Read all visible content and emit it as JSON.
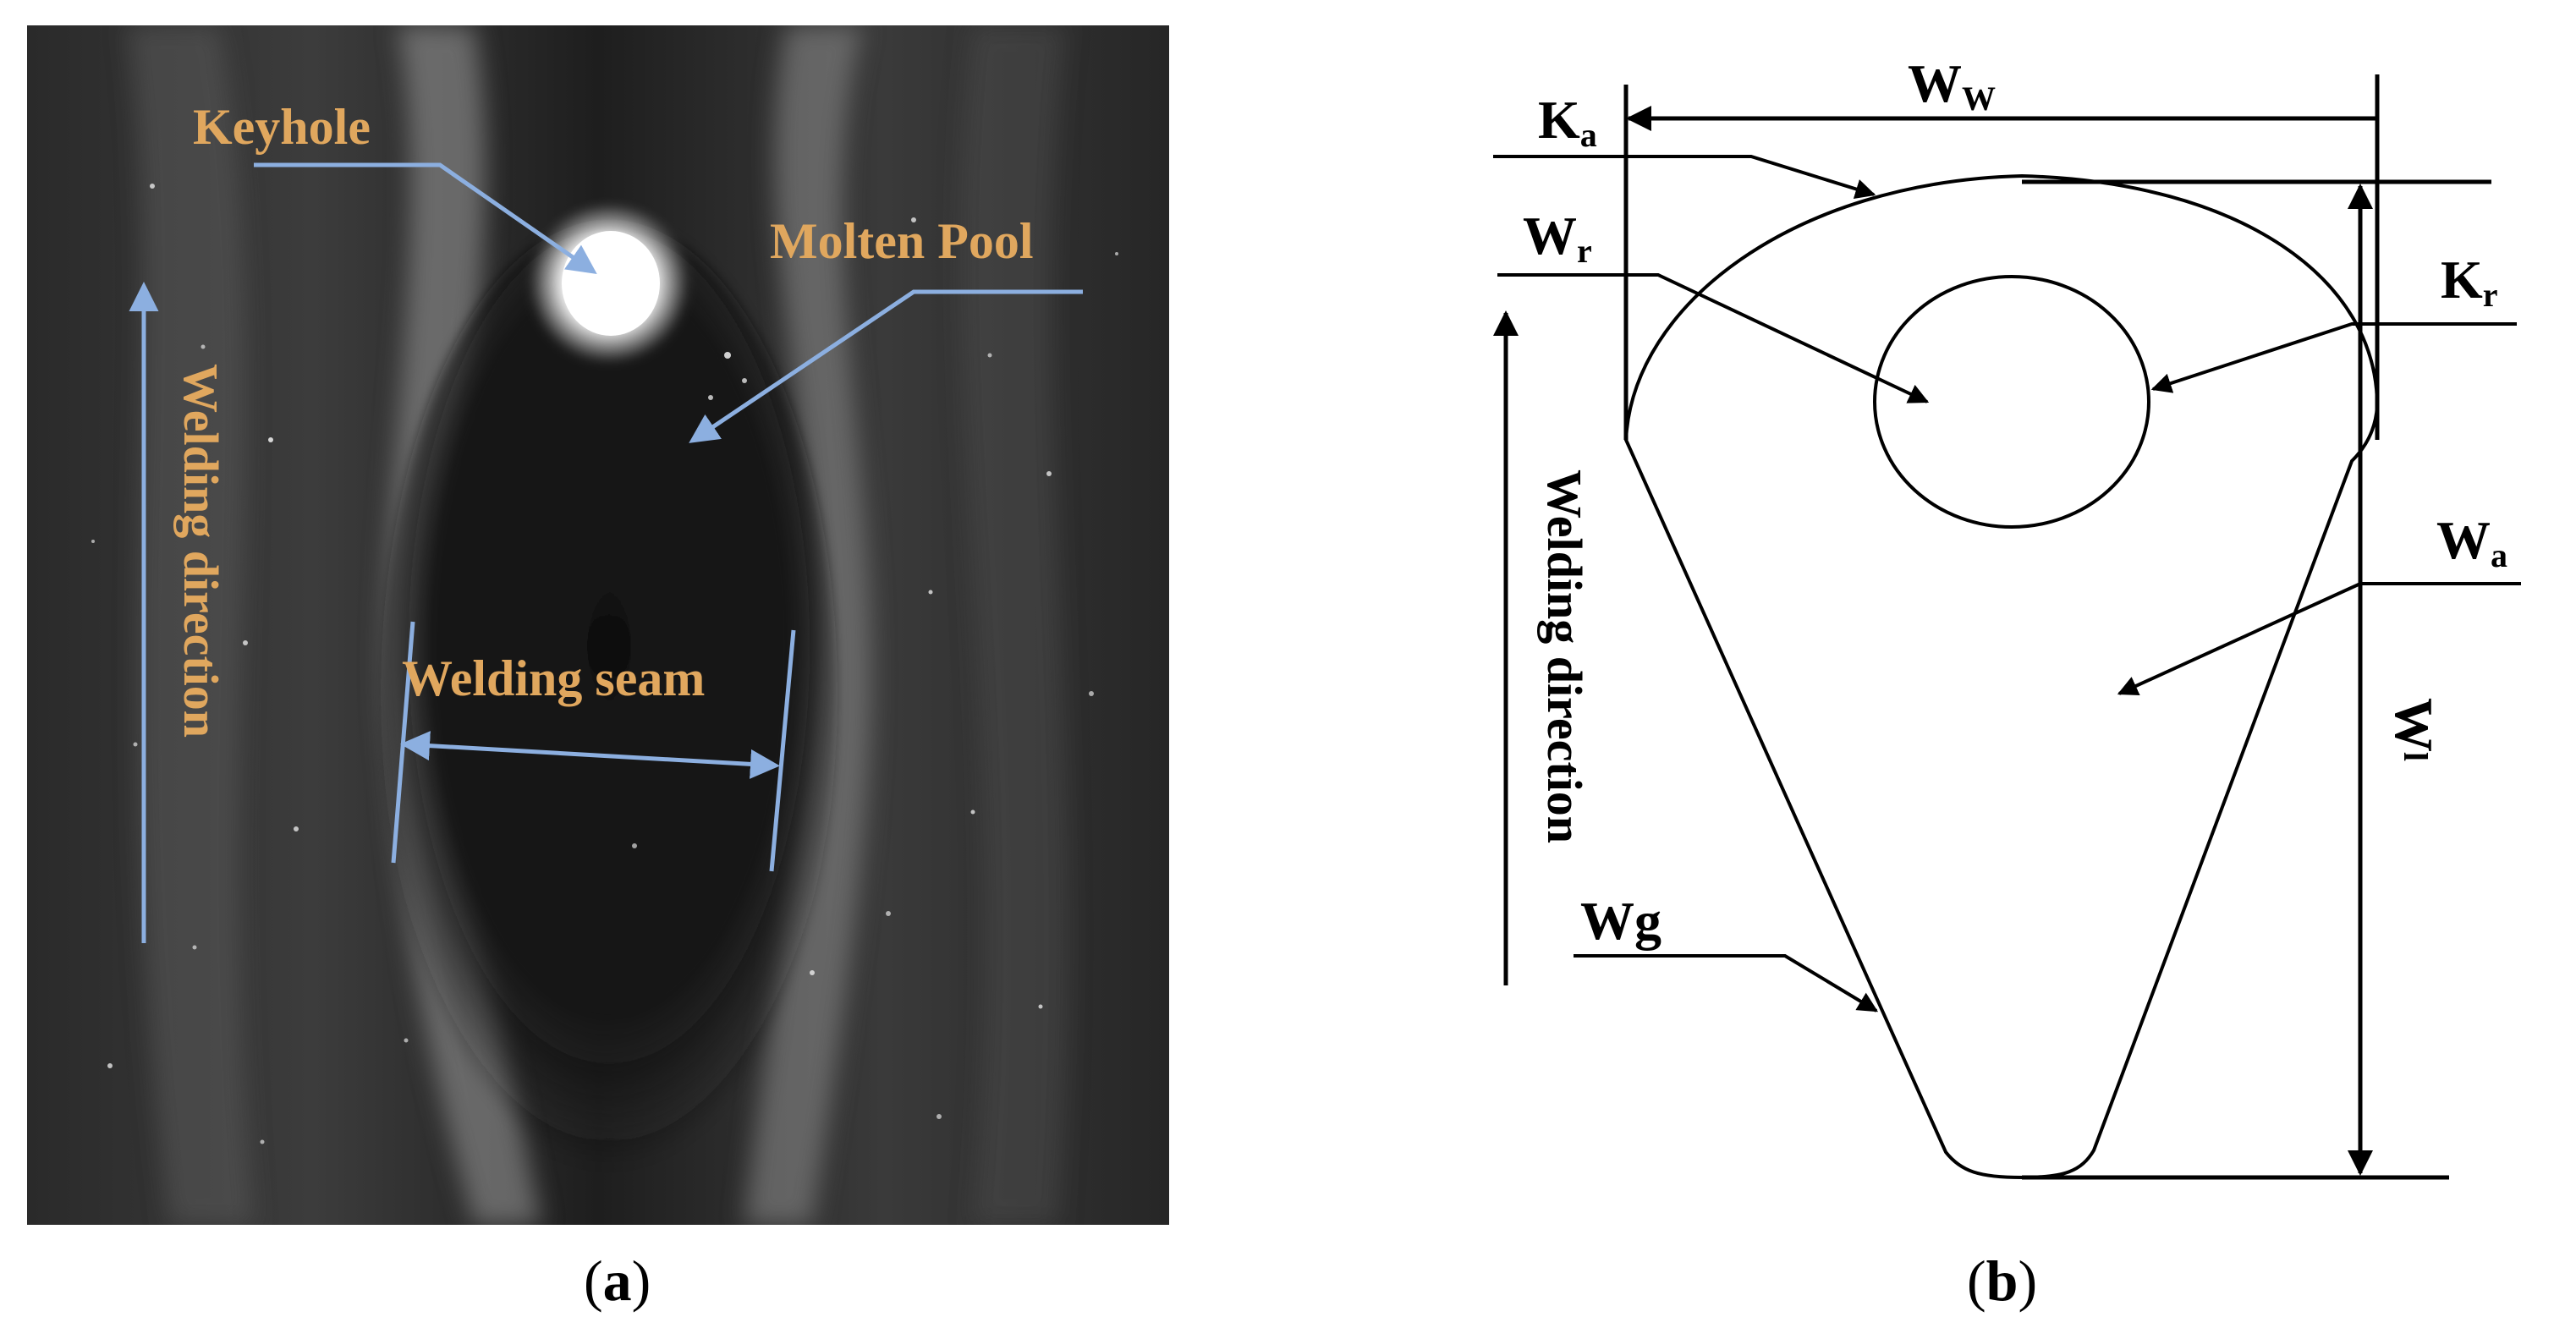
{
  "panel_a": {
    "caption_letter": "a",
    "labels": {
      "keyhole": "Keyhole",
      "molten_pool": "Molten Pool",
      "welding_seam": "Welding seam",
      "welding_direction": "Welding direction"
    },
    "label_color": "#e0a75e",
    "arrow_color": "#8cafe0"
  },
  "panel_b": {
    "caption_letter": "b",
    "labels": {
      "ka_main": "K",
      "ka_sub": "a",
      "ww_main": "W",
      "ww_sub": "W",
      "wr_main": "W",
      "wr_sub": "r",
      "kr_main": "K",
      "kr_sub": "r",
      "wa_main": "W",
      "wa_sub": "a",
      "wl_main": "W",
      "wl_sub": "l",
      "wg": "Wg",
      "welding_direction": "Welding direction"
    }
  }
}
